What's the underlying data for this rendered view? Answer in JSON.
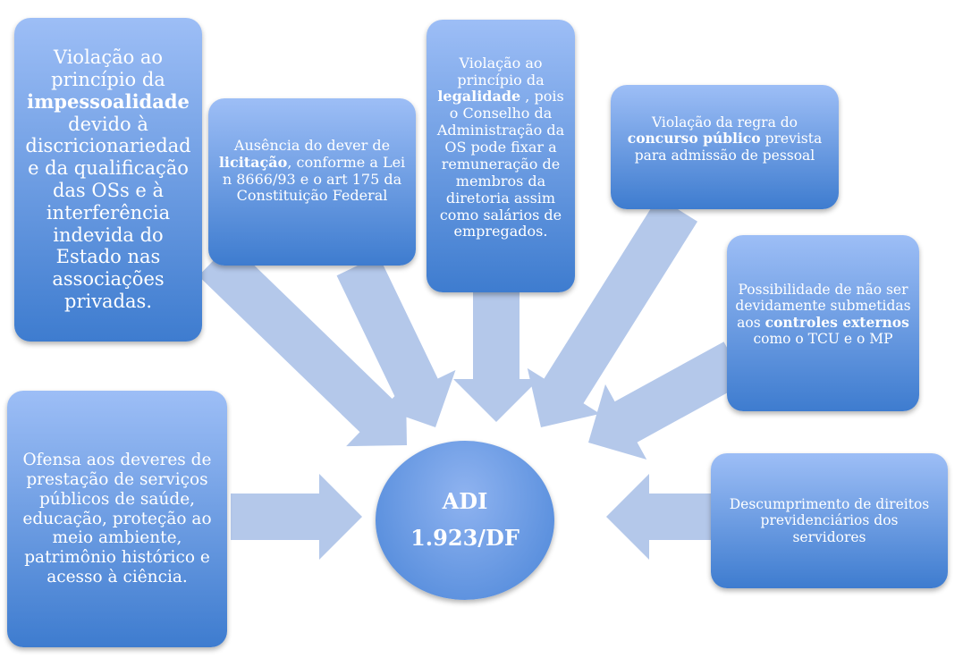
{
  "center": {
    "line1": "ADI",
    "line2": "1.923/DF"
  },
  "boxes": {
    "impessoalidade": {
      "pre": "Violação ao princípio da ",
      "bold": "impessoalidade",
      "post": " devido à discricionariedad e da qualificação das OSs e à interferência indevida do Estado nas associações privadas."
    },
    "licitacao": {
      "pre": "Ausência do dever de ",
      "bold": "licitação",
      "post": ", conforme a Lei n 8666/93 e o art 175 da Constituição Federal"
    },
    "legalidade": {
      "pre": "Violação ao princípio da ",
      "bold": "legalidade",
      "post": " , pois o Conselho da Administração da OS pode fixar a remuneração de membros da diretoria assim como salários de empregados."
    },
    "concurso": {
      "pre": "Violação da regra do ",
      "bold": "concurso público",
      "post": " prevista para admissão de pessoal"
    },
    "controles": {
      "pre": "Possibilidade de não ser devidamente submetidas aos ",
      "bold": "controles externos",
      "post": " como o TCU e o MP"
    },
    "deveres": {
      "text": "Ofensa aos deveres de prestação de serviços públicos de saúde, educação, proteção ao meio ambiente, patrimônio histórico e acesso à ciência."
    },
    "previdencia": {
      "text": "Descumprimento de direitos previdenciários dos servidores"
    }
  },
  "colors": {
    "arrow": "#b4c8ea",
    "box_top": "#9dbef6",
    "box_bottom": "#3e7ccf"
  }
}
